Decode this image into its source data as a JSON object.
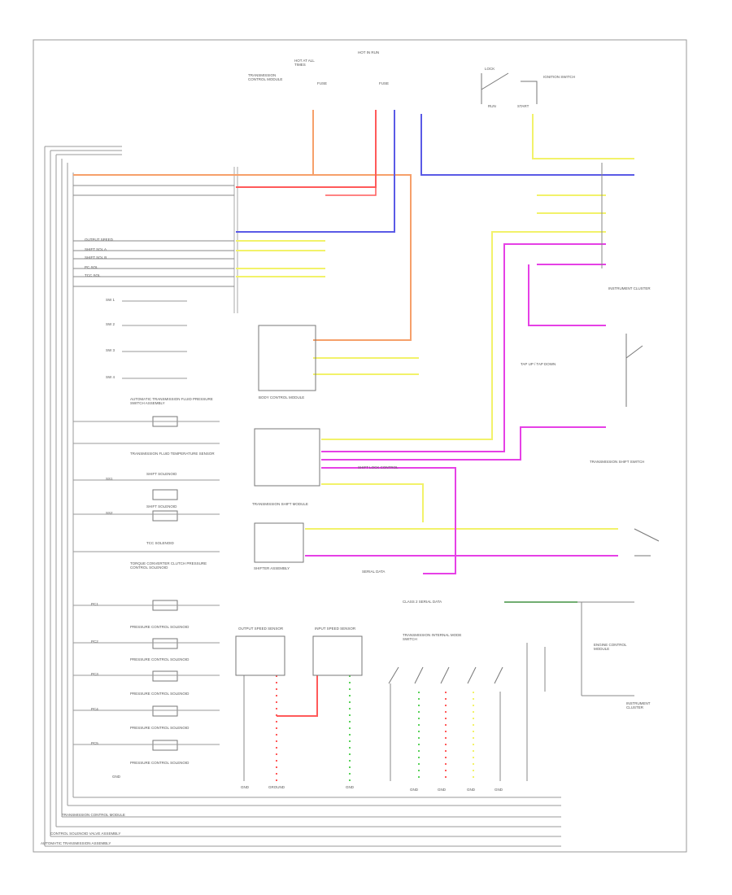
{
  "diagram": {
    "title": "",
    "border_color": "#999999",
    "wire_colors": {
      "orange": "#f6a06a",
      "red": "#ff5a5a",
      "blue": "#5a5ae6",
      "violet": "#e640e6",
      "yellow": "#f2f26a",
      "green": "#5ad25a",
      "gray": "#555555"
    },
    "top_labels": {
      "tcm_module": "TRANSMISSION CONTROL MODULE",
      "hot_run_1": "HOT AT ALL TIMES",
      "hot_run_2": "HOT IN RUN",
      "fuse_1": "FUSE",
      "fuse_2": "FUSE",
      "ignition_switch": "IGNITION SWITCH",
      "ign_lock": "LOCK",
      "ign_run": "RUN",
      "ign_start": "START"
    },
    "left_rail_labels": [
      "OUTPUT SPEED",
      "SHIFT SOL A",
      "SHIFT SOL B",
      "PC SOL",
      "TCC SOL"
    ],
    "left_column_blocks": [
      "AUTOMATIC TRANSMISSION FLUID PRESSURE SWITCH ASSEMBLY",
      "TRANSMISSION FLUID TEMPERATURE SENSOR",
      "SHIFT SOLENOID",
      "SHIFT SOLENOID",
      "TCC SOLENOID",
      "TORQUE CONVERTER CLUTCH PRESSURE CONTROL SOLENOID",
      "PRESSURE CONTROL SOLENOID",
      "PRESSURE CONTROL SOLENOID",
      "PRESSURE CONTROL SOLENOID",
      "PRESSURE CONTROL SOLENOID",
      "PRESSURE CONTROL SOLENOID"
    ],
    "left_column_tags": [
      "SW 1",
      "SW 2",
      "SW 3",
      "SW 4",
      "SS1",
      "SS2",
      "PC1",
      "PC2",
      "PC3",
      "PC4",
      "PC5",
      "GND"
    ],
    "center_labels": {
      "body_module": "BODY CONTROL MODULE",
      "shifter_module": "TRANSMISSION SHIFT MODULE",
      "shift_lock": "SHIFT LOCK CONTROL",
      "shifter_assembly": "SHIFTER ASSEMBLY",
      "range_switch": "TRANSMISSION INTERNAL MODE SWITCH",
      "output_sensor": "OUTPUT SPEED SENSOR",
      "input_sensor": "INPUT SPEED SENSOR",
      "data_line": "SERIAL DATA",
      "data_line_2": "CLASS 2 SERIAL DATA"
    },
    "right_labels": {
      "block_top": "INSTRUMENT CLUSTER",
      "gauges": "TAP UP / TAP DOWN",
      "shift_switch": "TRANSMISSION SHIFT SWITCH",
      "lower_module": "ENGINE CONTROL MODULE",
      "lower_module_2": "INSTRUMENT CLUSTER"
    },
    "bottom_rail_labels": [
      "TRANSMISSION CONTROL MODULE",
      "CONTROL SOLENOID VALVE ASSEMBLY",
      "AUTOMATIC TRANSMISSION ASSEMBLY"
    ],
    "bottom_grounds": [
      "GND",
      "GROUND",
      "GND",
      "GND",
      "GND",
      "GND",
      "GND"
    ],
    "corner_note": ""
  }
}
